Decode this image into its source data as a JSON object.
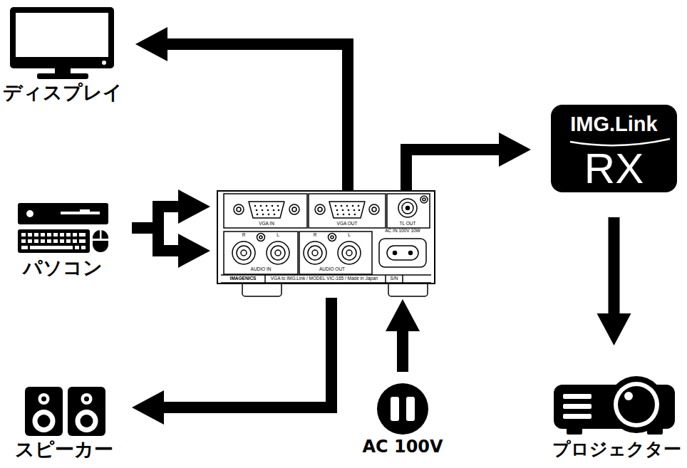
{
  "diagram": {
    "nodes": [
      {
        "text": [
          "ディスプレイ"
        ]
      },
      {
        "text": [
          "パソコン"
        ]
      },
      {
        "text": [
          "VGA IN",
          "VGA OUT",
          "TL OUT",
          "AC IN 100V 10W",
          "R",
          "L",
          "R",
          "L",
          "AUDIO IN",
          "AUDIO OUT",
          "IMAGENICS",
          "VGA to IMG.Link / MODEL VIC-165 / Made in Japan",
          "S/N"
        ]
      },
      {
        "text": [
          "IMG.Link",
          "RX"
        ]
      },
      {
        "text": [
          "スピーカー"
        ]
      },
      {
        "text": [
          "AC 100V"
        ]
      },
      {
        "text": [
          "プロジェクター"
        ]
      }
    ],
    "edges": [
      {
        "from": 2,
        "to": 0,
        "arrow": "to"
      },
      {
        "from": 1,
        "to": 2,
        "arrow": "to"
      },
      {
        "from": 2,
        "to": 3,
        "arrow": "to"
      },
      {
        "from": 2,
        "to": 4,
        "arrow": "to"
      },
      {
        "from": 5,
        "to": 2,
        "arrow": "to"
      },
      {
        "from": 3,
        "to": 6,
        "arrow": "to"
      }
    ]
  }
}
